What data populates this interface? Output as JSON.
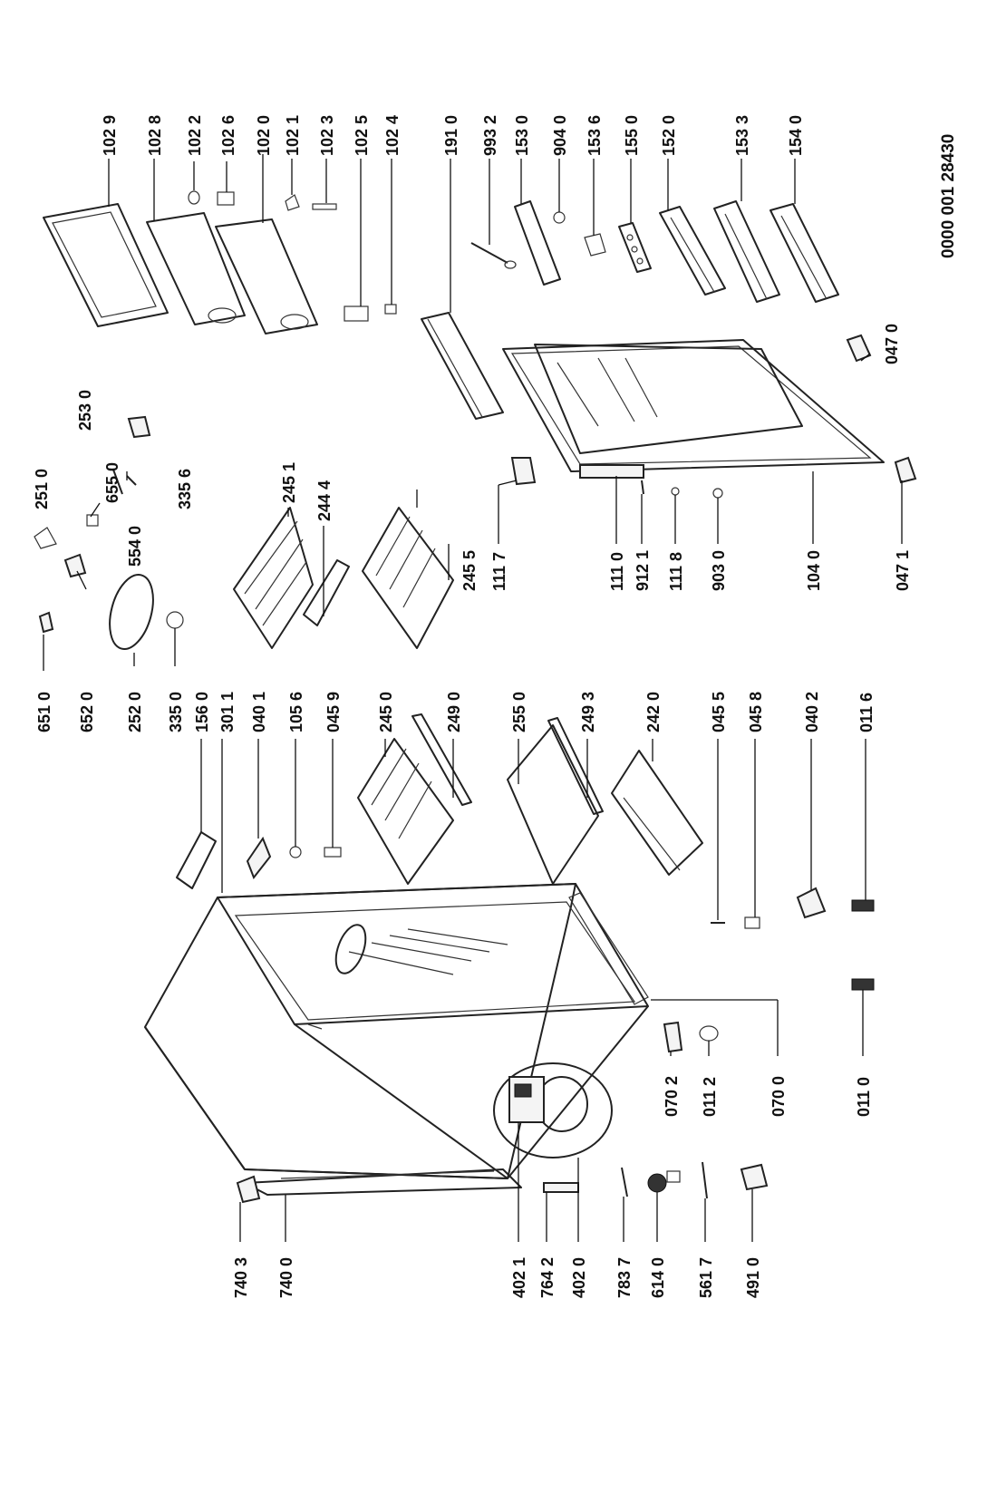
{
  "doc_code": "0000 001 28430",
  "labels": [
    "102 9",
    "102 8",
    "102 2",
    "102 6",
    "102 0",
    "102 1",
    "102 3",
    "102 5",
    "102 4",
    "191 0",
    "993 2",
    "153 0",
    "904 0",
    "153 6",
    "155 0",
    "152 0",
    "153 3",
    "154 0",
    "047 0",
    "047 1",
    "104 0",
    "903 0",
    "111 8",
    "912 1",
    "111 0",
    "111 7",
    "245 5",
    "244 4",
    "245 1",
    "335 6",
    "655 0",
    "251 0",
    "253 0",
    "554 0",
    "651 0",
    "652 0",
    "252 0",
    "335 0",
    "156 0",
    "301 1",
    "040 1",
    "105 6",
    "045 9",
    "245 0",
    "249 0",
    "255 0",
    "249 3",
    "242 0",
    "045 5",
    "045 8",
    "040 2",
    "011 6",
    "070 0",
    "011 2",
    "070 2",
    "011 0",
    "740 3",
    "740 0",
    "402 1",
    "764 2",
    "402 0",
    "783 7",
    "614 0",
    "561 7",
    "491 0"
  ]
}
